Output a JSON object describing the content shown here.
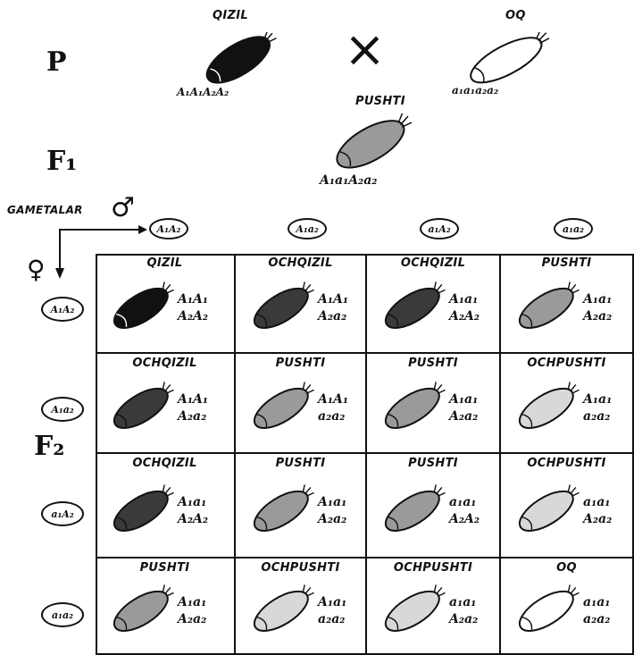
{
  "parents": {
    "label": "P",
    "left": {
      "phenotype": "QIZIL",
      "genotype": "A₁A₁A₂A₂",
      "fill": "#111111"
    },
    "cross": "×",
    "right": {
      "phenotype": "OQ",
      "genotype": "a₁a₁a₂a₂",
      "fill": "#ffffff"
    }
  },
  "f1": {
    "label": "F₁",
    "phenotype": "PUSHTI",
    "genotype": "A₁a₁A₂a₂",
    "fill": "#9a9a9a"
  },
  "gametes_label": "GAMETALAR",
  "male_symbol": "♂",
  "female_symbol": "♀",
  "male_gametes": [
    "A₁A₂",
    "A₁a₂",
    "a₁A₂",
    "a₁a₂"
  ],
  "female_gametes": [
    "A₁A₂",
    "A₁a₂",
    "a₁A₂",
    "a₁a₂"
  ],
  "f2_label": "F₂",
  "grid": [
    [
      {
        "phenotype": "QIZIL",
        "g1": "A₁A₁",
        "g2": "A₂A₂",
        "fill": "#111111"
      },
      {
        "phenotype": "OCHQIZIL",
        "g1": "A₁A₁",
        "g2": "A₂a₂",
        "fill": "#3a3a3a"
      },
      {
        "phenotype": "OCHQIZIL",
        "g1": "A₁a₁",
        "g2": "A₂A₂",
        "fill": "#3a3a3a"
      },
      {
        "phenotype": "PUSHTI",
        "g1": "A₁a₁",
        "g2": "A₂a₂",
        "fill": "#9a9a9a"
      }
    ],
    [
      {
        "phenotype": "OCHQIZIL",
        "g1": "A₁A₁",
        "g2": "A₂a₂",
        "fill": "#3a3a3a"
      },
      {
        "phenotype": "PUSHTI",
        "g1": "A₁A₁",
        "g2": "a₂a₂",
        "fill": "#9a9a9a"
      },
      {
        "phenotype": "PUSHTI",
        "g1": "A₁a₁",
        "g2": "A₂a₂",
        "fill": "#9a9a9a"
      },
      {
        "phenotype": "OCHPUSHTI",
        "g1": "A₁a₁",
        "g2": "a₂a₂",
        "fill": "#d8d8d8"
      }
    ],
    [
      {
        "phenotype": "OCHQIZIL",
        "g1": "A₁a₁",
        "g2": "A₂A₂",
        "fill": "#3a3a3a"
      },
      {
        "phenotype": "PUSHTI",
        "g1": "A₁a₁",
        "g2": "A₂a₂",
        "fill": "#9a9a9a"
      },
      {
        "phenotype": "PUSHTI",
        "g1": "a₁a₁",
        "g2": "A₂A₂",
        "fill": "#9a9a9a"
      },
      {
        "phenotype": "OCHPUSHTI",
        "g1": "a₁a₁",
        "g2": "A₂a₂",
        "fill": "#d8d8d8"
      }
    ],
    [
      {
        "phenotype": "PUSHTI",
        "g1": "A₁a₁",
        "g2": "A₂a₂",
        "fill": "#9a9a9a"
      },
      {
        "phenotype": "OCHPUSHTI",
        "g1": "A₁a₁",
        "g2": "a₂a₂",
        "fill": "#d8d8d8"
      },
      {
        "phenotype": "OCHPUSHTI",
        "g1": "a₁a₁",
        "g2": "A₂a₂",
        "fill": "#d8d8d8"
      },
      {
        "phenotype": "OQ",
        "g1": "a₁a₁",
        "g2": "a₂a₂",
        "fill": "#ffffff"
      }
    ]
  ]
}
